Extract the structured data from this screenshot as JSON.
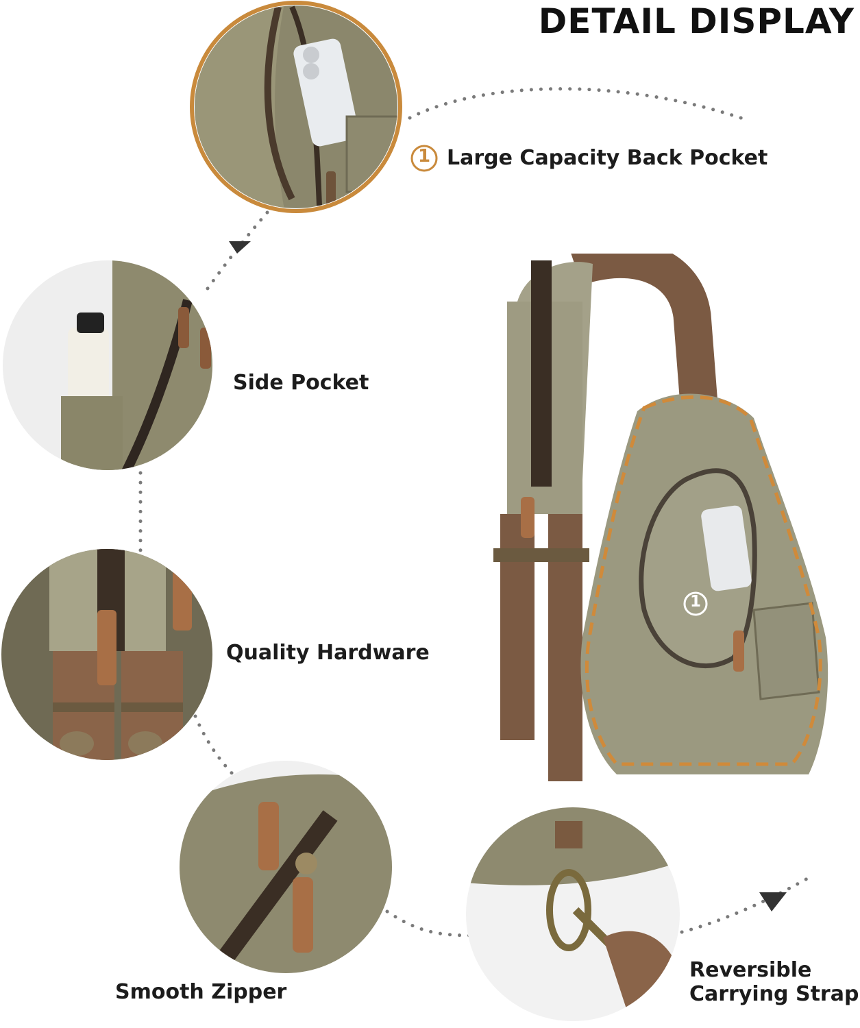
{
  "title": "DETAIL DISPLAY",
  "features": {
    "back_pocket": {
      "marker": "1",
      "label": "Large Capacity Back Pocket"
    },
    "side_pocket": {
      "label": "Side Pocket"
    },
    "hardware": {
      "label": "Quality Hardware"
    },
    "zipper": {
      "label": "Smooth Zipper"
    },
    "strap": {
      "line1": "Reversible",
      "line2": "Carrying Strap"
    }
  },
  "bag_marker": "1",
  "colors": {
    "accent": "#c98a3c",
    "canvas": "#8f8c72",
    "leather": "#8a5a3a",
    "strap": "#7b5a43",
    "dots": "#777777"
  }
}
